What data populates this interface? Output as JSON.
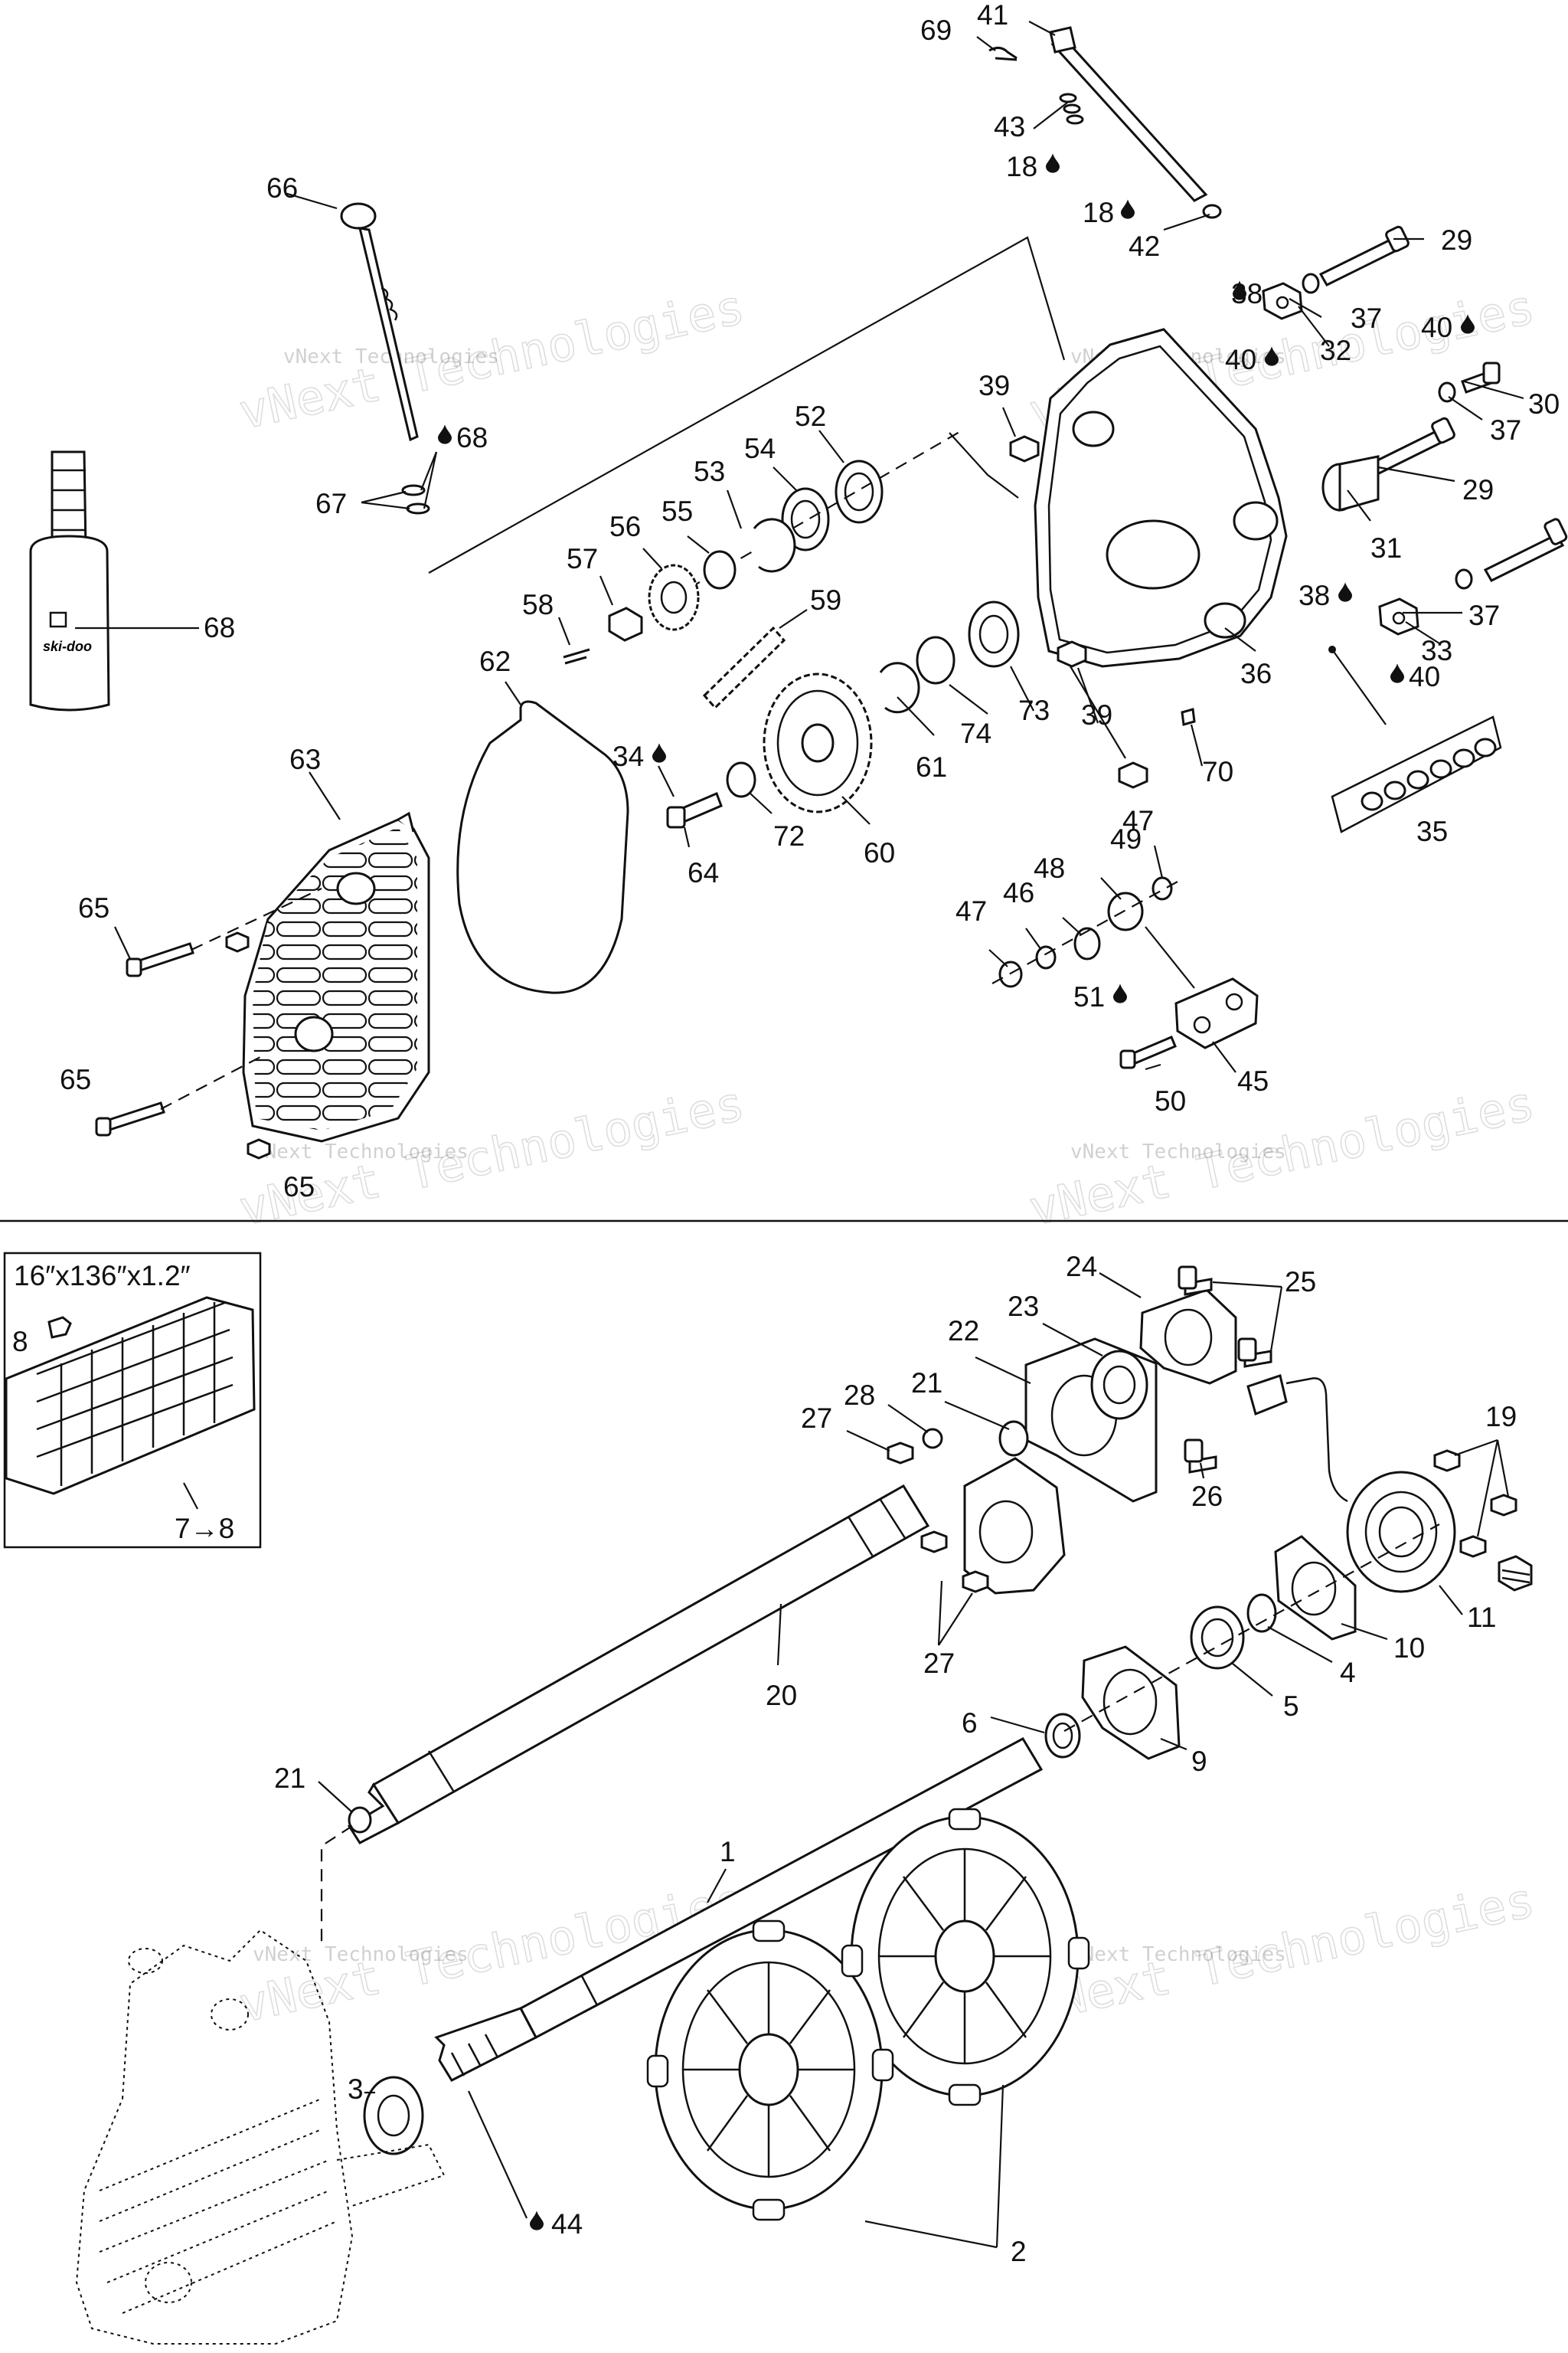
{
  "watermark": {
    "line1": "vNext Technologies",
    "big": "vNext Technologies"
  },
  "track_spec": "16″x136″x1.2″",
  "track_ref": {
    "part": "8",
    "range": "7→8"
  },
  "callouts": [
    {
      "id": "c69",
      "text": "69"
    },
    {
      "id": "c41",
      "text": "41"
    },
    {
      "id": "c43",
      "text": "43"
    },
    {
      "id": "c18a",
      "text": "18",
      "drop": true
    },
    {
      "id": "c18b",
      "text": "18",
      "drop": true
    },
    {
      "id": "c42",
      "text": "42"
    },
    {
      "id": "c29a",
      "text": "29"
    },
    {
      "id": "c38a",
      "text": "38",
      "drop": true
    },
    {
      "id": "c37a",
      "text": "37"
    },
    {
      "id": "c40a",
      "text": "40",
      "drop": true
    },
    {
      "id": "c32",
      "text": "32"
    },
    {
      "id": "c40b",
      "text": "40",
      "drop": true
    },
    {
      "id": "c30",
      "text": "30"
    },
    {
      "id": "c37b",
      "text": "37"
    },
    {
      "id": "c29b",
      "text": "29"
    },
    {
      "id": "c31",
      "text": "31"
    },
    {
      "id": "c38b",
      "text": "38",
      "drop": true
    },
    {
      "id": "c37c",
      "text": "37"
    },
    {
      "id": "c33",
      "text": "33"
    },
    {
      "id": "c40c",
      "text": "40",
      "drop": true
    },
    {
      "id": "c36",
      "text": "36"
    },
    {
      "id": "c35",
      "text": "35"
    },
    {
      "id": "c66",
      "text": "66"
    },
    {
      "id": "c68a",
      "text": "68",
      "drop": true
    },
    {
      "id": "c67",
      "text": "67"
    },
    {
      "id": "c68b",
      "text": "68"
    },
    {
      "id": "c39a",
      "text": "39"
    },
    {
      "id": "c52",
      "text": "52"
    },
    {
      "id": "c54",
      "text": "54"
    },
    {
      "id": "c53",
      "text": "53"
    },
    {
      "id": "c56",
      "text": "56"
    },
    {
      "id": "c55",
      "text": "55"
    },
    {
      "id": "c57",
      "text": "57"
    },
    {
      "id": "c58",
      "text": "58"
    },
    {
      "id": "c59",
      "text": "59"
    },
    {
      "id": "c62",
      "text": "62"
    },
    {
      "id": "c73",
      "text": "73"
    },
    {
      "id": "c74",
      "text": "74"
    },
    {
      "id": "c61",
      "text": "61"
    },
    {
      "id": "c39b",
      "text": "39"
    },
    {
      "id": "c70",
      "text": "70"
    },
    {
      "id": "c63",
      "text": "63"
    },
    {
      "id": "c34",
      "text": "34",
      "drop": true
    },
    {
      "id": "c72",
      "text": "72"
    },
    {
      "id": "c60",
      "text": "60"
    },
    {
      "id": "c64",
      "text": "64"
    },
    {
      "id": "c65a",
      "text": "65"
    },
    {
      "id": "c65b",
      "text": "65"
    },
    {
      "id": "c65c",
      "text": "65"
    },
    {
      "id": "c49",
      "text": "49"
    },
    {
      "id": "c47a",
      "text": "47"
    },
    {
      "id": "c48",
      "text": "48"
    },
    {
      "id": "c46",
      "text": "46"
    },
    {
      "id": "c47b",
      "text": "47"
    },
    {
      "id": "c51",
      "text": "51",
      "drop": true
    },
    {
      "id": "c50",
      "text": "50"
    },
    {
      "id": "c45",
      "text": "45"
    },
    {
      "id": "c24",
      "text": "24"
    },
    {
      "id": "c25",
      "text": "25"
    },
    {
      "id": "c23",
      "text": "23"
    },
    {
      "id": "c22",
      "text": "22"
    },
    {
      "id": "c21a",
      "text": "21"
    },
    {
      "id": "c28",
      "text": "28"
    },
    {
      "id": "c27a",
      "text": "27"
    },
    {
      "id": "c26",
      "text": "26"
    },
    {
      "id": "c19",
      "text": "19"
    },
    {
      "id": "c11",
      "text": "11"
    },
    {
      "id": "c10",
      "text": "10"
    },
    {
      "id": "c4",
      "text": "4"
    },
    {
      "id": "c5",
      "text": "5"
    },
    {
      "id": "c27b",
      "text": "27"
    },
    {
      "id": "c20",
      "text": "20"
    },
    {
      "id": "c6",
      "text": "6"
    },
    {
      "id": "c9",
      "text": "9"
    },
    {
      "id": "c21b",
      "text": "21"
    },
    {
      "id": "c1",
      "text": "1"
    },
    {
      "id": "c3",
      "text": "3"
    },
    {
      "id": "c44",
      "text": "44",
      "drop": true
    },
    {
      "id": "c2",
      "text": "2"
    }
  ]
}
